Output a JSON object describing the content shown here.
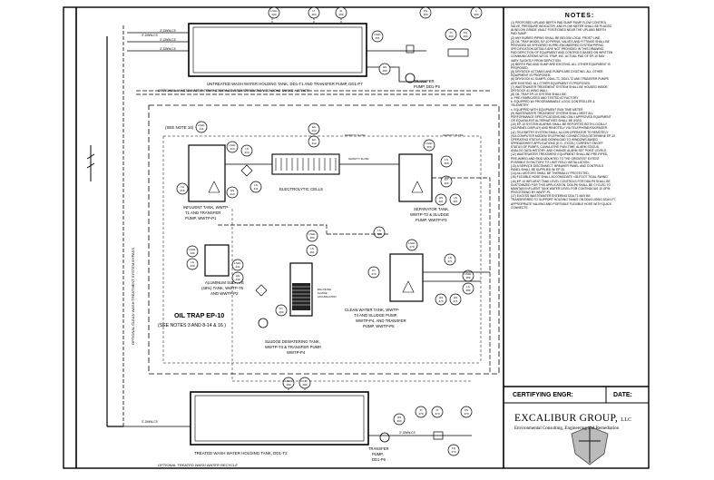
{
  "notes": {
    "title": "NOTES:",
    "lines": [
      "(1) PROPOSED UPLAND BERTH PAD SUMP PUMP FLOW CONTROL",
      "VALVE, PRESSURE INDICATOR, AND FLOW METER SHALL BE PLACED",
      "IN BELOW GRADE VAULT POSITIONED NEAR THE UPLAND BERTH",
      "PAD SUMP.",
      "(2) ANY BURIED PIPING SHALL BE BELOW LOCAL FROST LINE.",
      "(3) OIL TRAP MODEL EP-10 PIPING, VALVES AND FITTINGS SHALL BE",
      "PROVIDED AS SPECIFIED IN PRE-ENGINEERED SYSTEM PIPING",
      "SPECIFICATION DETAILS ARE NOT PROVIDED IN THIS DRAWING.",
      "PAD DEPICTION OF EQUIPMENT AND CONTROLS BASED ON WRITTEN",
      "COMMUNICATIONS W/ OIL TRAP, INC. ACTUAL PAD OF EP-10 MAY",
      "VARY SLIGHTLY FROM DEPICTION.",
      "(4) BERTH PAD AND SUMP ARE EXISTING. ALL OTHER EQUIPMENT IS",
      "PROPOSED.",
      "(5) DRYDOCK #3 TANKS AND PUMPS ARE EXISTING. ALL OTHER",
      "EQUIPMENT IS PROPOSED.",
      "(6) DRYDOCK #1 SUMPS, DD#1-T1, DD#1-T2 AND TRANSFER PUMPS",
      "ARE EXISTING. ALL OTHER EQUIPMENT IS PROPOSED.",
      "(7) WASTEWATER TREATMENT SYSTEM SHALL BE HOUSED INSIDE",
      "DRYDOCK #1 WING WALL.",
      "(8)    OIL TRAP EP-10 SYSTEM SHALL BE:",
      "  a.   PRE-FABRICATED AND TESTED AT FACTORY",
      "  b.   EQUIPPED W/ PROGRAMMABLE LOGIC CONTROLLER &",
      "         TELEMETRY",
      "  c.   EQUIPPED WITH EQUIPMENT RUN TIME METER",
      "(9)    WASTEWATER TREATMENT SYSTEM SHALL MEET ALL",
      "PERFORMANCE SPECIFICATIONS AND ONLY APPROVED EQUIPMENT",
      "OR EQUIVALENT ALTERNATIVES SHALL BE USED.",
      "(10)   EP-10 SYSTEM ALARMS SHALL BE REPORTED BOTH LOCALLY",
      "(VIA PANEL DISPLAY) AND REMOTELY VIA TELEPHONE/FAX/PAGER.",
      "(11)   TELEMETRY SYSTEM SHALL ALLOW OPERATOR TO REMOTELY",
      "(VIA COMPUTER MODEM TELEPHONE CONNECTION) DETERMINE EP-10",
      "OPERATING STATUS AND DOWNLOAD TO WINDOWS-BASED",
      "SPREADSHEET APPLICATIONS (E.G., EXCEL) CURRENT ON/OFF",
      "STATUS OF PUMPS, CUMULATIVE RUN-TIME, ALARM STATUS,",
      "ANALOG DATA HISTORY, AND CHANGE ALARM SET POINT LEVELS.",
      "(12)   WASTEWATER TREATMENT EQUIPMENT SHALL BE PRE-PIPED,",
      "PRE-WIRED AND SKID MOUNTED TO THE GREATEST EXTENT",
      "POSSIBLE IN FACTORY TO LIMIT FIELD INSTALLATION.",
      "(13)   A SERVICE DISCONNECT, BREAKER PANEL AND CONTROLS",
      "PANEL SHALL BE SUPPLIED W/ EP-10.",
      "(14)   ALL MOTORS SHALL BE THERMALLY PROTECTED.",
      "(15) FLEXIBLE HOSE SHALL ACCOMODATE <35-FOOT TIDAL SWING",
      "(16) EP-10 INFLUENT TANK LEVEL CONTROLS FOR DD#-P6 SHALL BE",
      "CUSTOMIZED FOR THIS APPLICATION. DD#-P6 SHALL BE CYCLED TO",
      "MAINTAIN INFLUENT TANK WATER LEVEL FOR CONTINUOUS 10 GPM",
      "PROCESSING BY WWTP-P1.",
      "(17) EXCESS WASTEWATER ENTERING DD#-T1 MAY BE",
      "TRANSFERRED TO SUPPORT HOLDING TANKS ON DD#3 USING DD#1-P7,",
      "APPROPRIATE VALVING AND PORTABLE FLEXIBLE HOSE WITH QUICK",
      "CONNECTS."
    ]
  },
  "title_block": {
    "certifying_label": "CERTIFYING ENGR:",
    "date_label": "DATE:",
    "company": "EXCALIBUR GROUP,",
    "company_suffix": "LLC",
    "company_subtitle": "Environmental Consulting, Engineering and Remediation"
  },
  "diagram": {
    "labels": {
      "untreated_tank": "UNTREATED WASH WATER HOLDING TANK, DD1-T1 AND TRANSFER PUMP, DD1-P7",
      "optional_trump": "OPTIONAL WASTEWATER TRMP STORAGE REDISTRIBUTION TO DD#2 TANKS / OTHER",
      "transfer_pump_top": [
        "TRANSFER",
        "PUMP, DD1-P5"
      ],
      "see_note": "(SEE NOTE 16)",
      "influent_tank": [
        "INFLUENT TANK, WWTP-",
        "T1 AND TRANSFER",
        "PUMP, WWTP-P1"
      ],
      "electrolytic": "ELECTROLYTIC CELLS",
      "gravity_flow_1": "GRAVITY FLOW",
      "gravity_flow_2": "GRAVITY FLOW",
      "gravity_flow_3": "GRAVITY FLOW",
      "separator_tank": [
        "SEPARATOR TANK,",
        "WWTP-T2 & SLUDGE",
        "PUMP, WWTP-P3"
      ],
      "aluminum_sulfate": [
        "ALUMINUM SULFATE",
        "(48%) TANK, WWTP-T5",
        "AND WWTP-P2"
      ],
      "oil_trap": "OIL TRAP EP-10",
      "see_notes": "(SEE NOTES 3 AND 8-14 & 16 )",
      "sludge_tank": [
        "SLUDGE DEWATERING TANK,",
        "WWTP-T3 & TRANSFER PUMP,",
        "WWTP-P4"
      ],
      "sludge_bags": [
        "BAG FILTER",
        "SLUDGE",
        "ACCUMULATION"
      ],
      "clean_tank": [
        "CLEAN WATER TANK, WWTP-",
        "T4 AND SLUDGE PUMP,",
        "WWTP-P4, AND TRANSFER",
        "PUMP, WWTP-P5"
      ],
      "treated_tank": "TREATED WASH WATER HOLDING TANK, DD1-T2",
      "transfer_pump_bottom": [
        "TRANSFER",
        "PUMP,",
        "DD1-P6"
      ],
      "optional_recycle": "OPTIONAL TREATED WASH WATER RECYCLE",
      "vertical_label": "OPTIONAL CLEAN WASH TREATMENT SYSTEM BYPASS",
      "pipe_1": "3\"-DWW-CS",
      "pipe_2": "3\"-DWW-CS",
      "pipe_3": "3\"-DWW-CS",
      "pipe_4": "3\"-DWW-CS",
      "pipe_5": "3\"-DWW-CS",
      "pipe_6": "3\"-DWW-CS"
    },
    "instruments": {
      "top_lshl": [
        "LSHL",
        "400"
      ],
      "top_lt": [
        "LT",
        "400"
      ],
      "top_fi": [
        "FI",
        "400"
      ],
      "top_ps": [
        "PS",
        "400"
      ],
      "top_lshl2": [
        "LSHL",
        "401"
      ],
      "top_hs": [
        "HS",
        "400"
      ],
      "top_pi": [
        "PI",
        "400"
      ],
      "top_fq": [
        "FQ",
        "400"
      ],
      "top_l": [
        "L",
        "400"
      ],
      "inf_lshl": [
        "LSHL",
        "411"
      ],
      "inf_lshl2": [
        "LSHL",
        "410"
      ],
      "inf_ls": [
        "LS",
        "410"
      ],
      "inf_yc": [
        "YC",
        "410"
      ],
      "inf_hs": [
        "HS",
        "410"
      ],
      "inf_ls2": [
        "LS",
        "411"
      ],
      "ea": [
        "EA",
        "412"
      ],
      "ec": [
        "EC",
        "412"
      ],
      "sep_lshl": [
        "LSHL",
        "420"
      ],
      "sep_ls": [
        "LS",
        "420"
      ],
      "sep_ky": [
        "KY",
        "420"
      ],
      "sep_hs": [
        "HS",
        "421"
      ],
      "sep_ls2": [
        "LS",
        "421"
      ],
      "sep_ls3": [
        "LS",
        "430"
      ],
      "al_lshl": [
        "LSHL",
        "440"
      ],
      "al_ls": [
        "LS",
        "440"
      ],
      "al_lshl2": [
        "LSHL",
        "441"
      ],
      "al_hs": [
        "HS",
        "440"
      ],
      "sl_lsh": [
        "LSHL",
        "460"
      ],
      "sl_ls": [
        "LS",
        "461"
      ],
      "sl_ky": [
        "KY",
        "460"
      ],
      "cl_ky": [
        "KY",
        "470"
      ],
      "cl_lshl": [
        "LSHL",
        "470"
      ],
      "cl_ls": [
        "LS",
        "471"
      ],
      "cl_hs": [
        "HS",
        "470"
      ],
      "cl_hs2": [
        "HS",
        "471"
      ],
      "cl_lshl2": [
        "LSHL",
        "480"
      ],
      "cl_ls2": [
        "LS",
        "480"
      ],
      "bot_lshl": [
        "LSHL",
        "490"
      ],
      "bot_lt": [
        "LT",
        "490"
      ],
      "bot_pi": [
        "PI",
        "470"
      ],
      "bot_fi": [
        "FI",
        "470"
      ],
      "bot_ps": [
        "PS",
        "470"
      ],
      "bot_fq": [
        "FQ",
        "470"
      ],
      "bot_hs": [
        "HS",
        "490"
      ]
    },
    "colors": {
      "line": "#000000",
      "paper": "#ffffff",
      "title_gray": "#333333"
    }
  }
}
